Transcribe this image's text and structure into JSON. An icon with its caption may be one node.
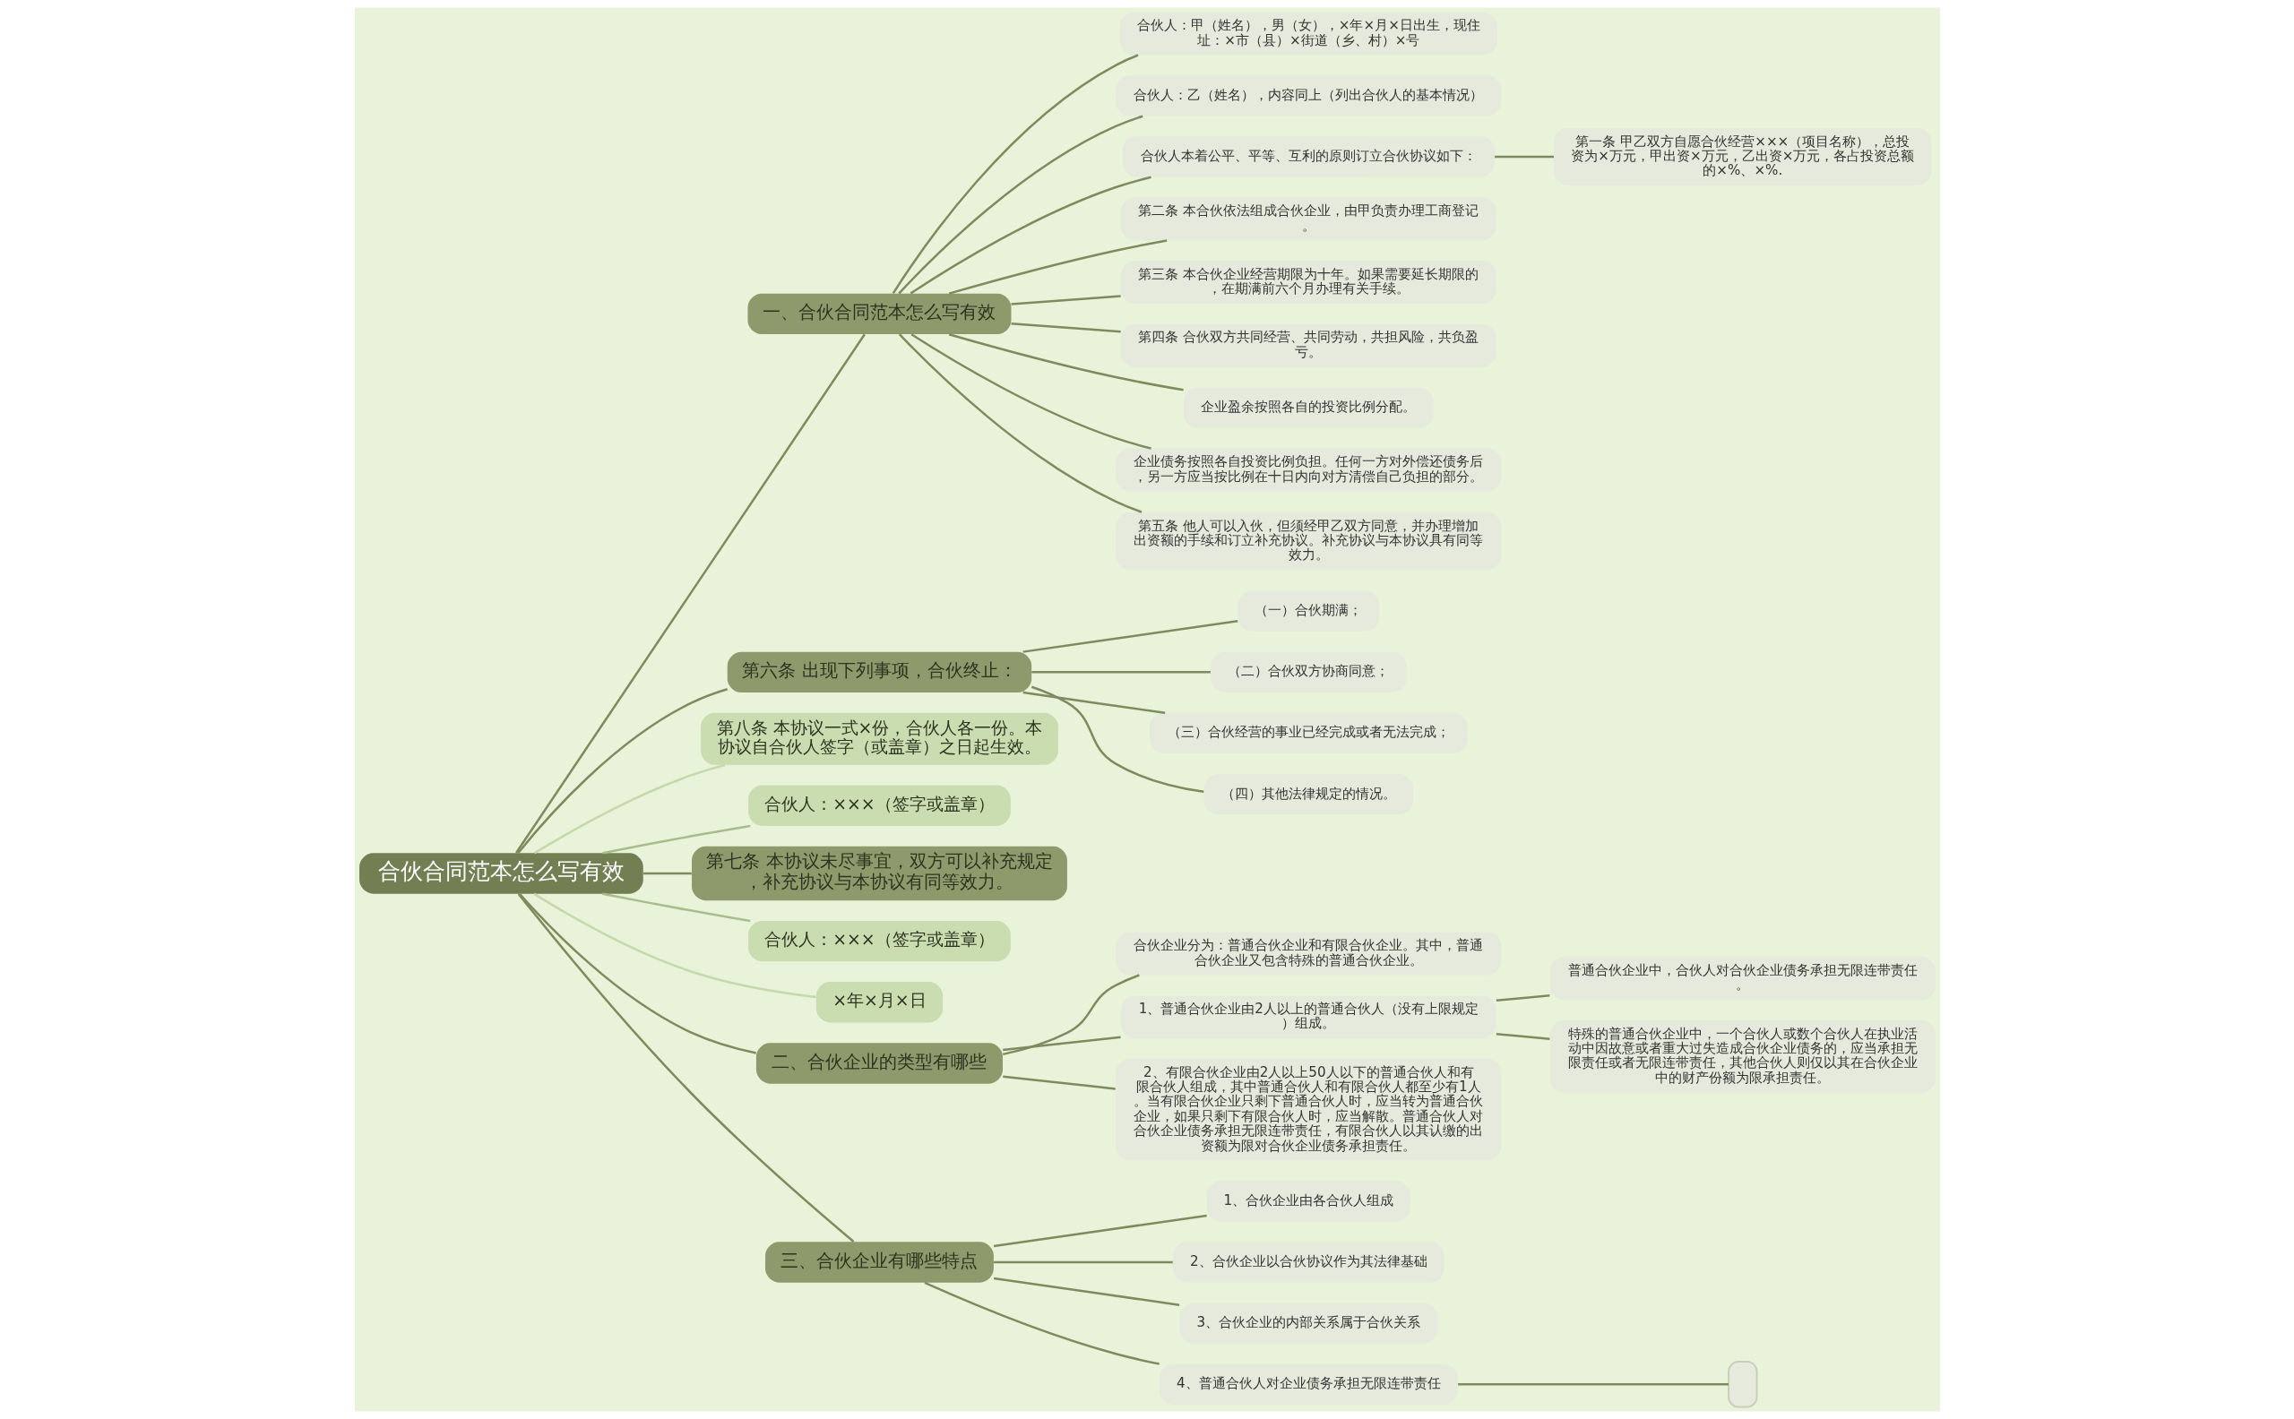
{
  "diagram": {
    "nodes": [
      {
        "text": [
          "合伙合同范本怎么写有效"
        ]
      },
      {
        "text": [
          "一、合伙合同范本怎么写有效"
        ]
      },
      {
        "text": [
          "合伙人：甲（姓名），男（女），×年×月×日出生，现住址：×市（县）×街道（乡、村）×号"
        ]
      },
      {
        "text": [
          "合伙人：乙（姓名），内容同上（列出合伙人的基本情况）"
        ]
      },
      {
        "text": [
          "合伙人本着公平、平等、互利的原则订立合伙协议如下："
        ]
      },
      {
        "text": [
          "第一条 甲乙双方自愿合伙经营×××（项目名称），总投资为×万元，甲出资×万元，乙出资×万元，各占投资总额的×%、×%."
        ]
      },
      {
        "text": [
          "第二条 本合伙依法组成合伙企业，由甲负责办理工商登记。"
        ]
      },
      {
        "text": [
          "第三条 本合伙企业经营期限为十年。如果需要延长期限的，在期满前六个月办理有关手续。"
        ]
      },
      {
        "text": [
          "第四条 合伙双方共同经营、共同劳动，共担风险，共负盈亏。"
        ]
      },
      {
        "text": [
          "企业盈余按照各自的投资比例分配。"
        ]
      },
      {
        "text": [
          "企业债务按照各自投资比例负担。任何一方对外偿还债务后，另一方应当按比例在十日内向对方清偿自己负担的部分。"
        ]
      },
      {
        "text": [
          "第五条 他人可以入伙，但须经甲乙双方同意，并办理增加出资额的手续和订立补充协议。补充协议与本协议具有同等效力。"
        ]
      },
      {
        "text": [
          "第六条 出现下列事项，合伙终止："
        ]
      },
      {
        "text": [
          "（一）合伙期满；"
        ]
      },
      {
        "text": [
          "（二）合伙双方协商同意；"
        ]
      },
      {
        "text": [
          "（三）合伙经营的事业已经完成或者无法完成；"
        ]
      },
      {
        "text": [
          "（四）其他法律规定的情况。"
        ]
      },
      {
        "text": [
          "第八条 本协议一式×份，合伙人各一份。本协议自合伙人签字（或盖章）之日起生效。"
        ]
      },
      {
        "text": [
          "合伙人：×××（签字或盖章）"
        ]
      },
      {
        "text": [
          "第七条 本协议未尽事宜，双方可以补充规定，补充协议与本协议有同等效力。"
        ]
      },
      {
        "text": [
          "合伙人：×××（签字或盖章）"
        ]
      },
      {
        "text": [
          "×年×月×日"
        ]
      },
      {
        "text": [
          "二、合伙企业的类型有哪些"
        ]
      },
      {
        "text": [
          "合伙企业分为：普通合伙企业和有限合伙企业。其中，普通合伙企业又包含特殊的普通合伙企业。"
        ]
      },
      {
        "text": [
          "1、普通合伙企业由2人以上的普通合伙人（没有上限规定）组成。"
        ]
      },
      {
        "text": [
          "普通合伙企业中，合伙人对合伙企业债务承担无限连带责任。"
        ]
      },
      {
        "text": [
          "特殊的普通合伙企业中，一个合伙人或数个合伙人在执业活动中因故意或者重大过失造成合伙企业债务的，应当承担无限责任或者无限连带责任，其他合伙人则仅以其在合伙企业中的财产份额为限承担责任。"
        ]
      },
      {
        "text": [
          "2、有限合伙企业由2人以上50人以下的普通合伙人和有限合伙人组成，其中普通合伙人和有限合伙人都至少有1人。当有限合伙企业只剩下普通合伙人时，应当转为普通合伙企业，如果只剩下有限合伙人时，应当解散。普通合伙人对合伙企业债务承担无限连带责任，有限合伙人以其认缴的出资额为限对合伙企业债务承担责任。"
        ]
      },
      {
        "text": [
          "三、合伙企业有哪些特点"
        ]
      },
      {
        "text": [
          "1、合伙企业由各合伙人组成"
        ]
      },
      {
        "text": [
          "2、合伙企业以合伙协议作为其法律基础"
        ]
      },
      {
        "text": [
          "3、合伙企业的内部关系属于合伙关系"
        ]
      },
      {
        "text": [
          "4、普通合伙人对企业债务承担无限连带责任"
        ]
      },
      {
        "text": [],
        "shape": "box"
      }
    ],
    "edges": [
      {
        "from": 0,
        "to": 1,
        "arrow": "none"
      },
      {
        "from": 1,
        "to": 2,
        "arrow": "none"
      },
      {
        "from": 1,
        "to": 3,
        "arrow": "none"
      },
      {
        "from": 1,
        "to": 4,
        "arrow": "none"
      },
      {
        "from": 4,
        "to": 5,
        "arrow": "none"
      },
      {
        "from": 1,
        "to": 6,
        "arrow": "none"
      },
      {
        "from": 1,
        "to": 7,
        "arrow": "none"
      },
      {
        "from": 1,
        "to": 8,
        "arrow": "none"
      },
      {
        "from": 1,
        "to": 9,
        "arrow": "none"
      },
      {
        "from": 1,
        "to": 10,
        "arrow": "none"
      },
      {
        "from": 1,
        "to": 11,
        "arrow": "none"
      },
      {
        "from": 0,
        "to": 12,
        "arrow": "none"
      },
      {
        "from": 12,
        "to": 13,
        "arrow": "none"
      },
      {
        "from": 12,
        "to": 14,
        "arrow": "none"
      },
      {
        "from": 12,
        "to": 15,
        "arrow": "none"
      },
      {
        "from": 12,
        "to": 16,
        "arrow": "none"
      },
      {
        "from": 0,
        "to": 17,
        "arrow": "none",
        "color": "#c5d9ad"
      },
      {
        "from": 0,
        "to": 18,
        "arrow": "none",
        "color": "#a9bd8c"
      },
      {
        "from": 0,
        "to": 19,
        "arrow": "none"
      },
      {
        "from": 0,
        "to": 20,
        "arrow": "none",
        "color": "#a9bd8c"
      },
      {
        "from": 0,
        "to": 21,
        "arrow": "none",
        "color": "#c5d9ad"
      },
      {
        "from": 0,
        "to": 22,
        "arrow": "none"
      },
      {
        "from": 22,
        "to": 23,
        "arrow": "none"
      },
      {
        "from": 22,
        "to": 24,
        "arrow": "none"
      },
      {
        "from": 24,
        "to": 25,
        "arrow": "none"
      },
      {
        "from": 24,
        "to": 26,
        "arrow": "none"
      },
      {
        "from": 22,
        "to": 27,
        "arrow": "none"
      },
      {
        "from": 0,
        "to": 28,
        "arrow": "none"
      },
      {
        "from": 28,
        "to": 29,
        "arrow": "none"
      },
      {
        "from": 28,
        "to": 30,
        "arrow": "none"
      },
      {
        "from": 28,
        "to": 31,
        "arrow": "none"
      },
      {
        "from": 28,
        "to": 32,
        "arrow": "none"
      },
      {
        "from": 32,
        "to": 33,
        "arrow": "none"
      }
    ]
  }
}
